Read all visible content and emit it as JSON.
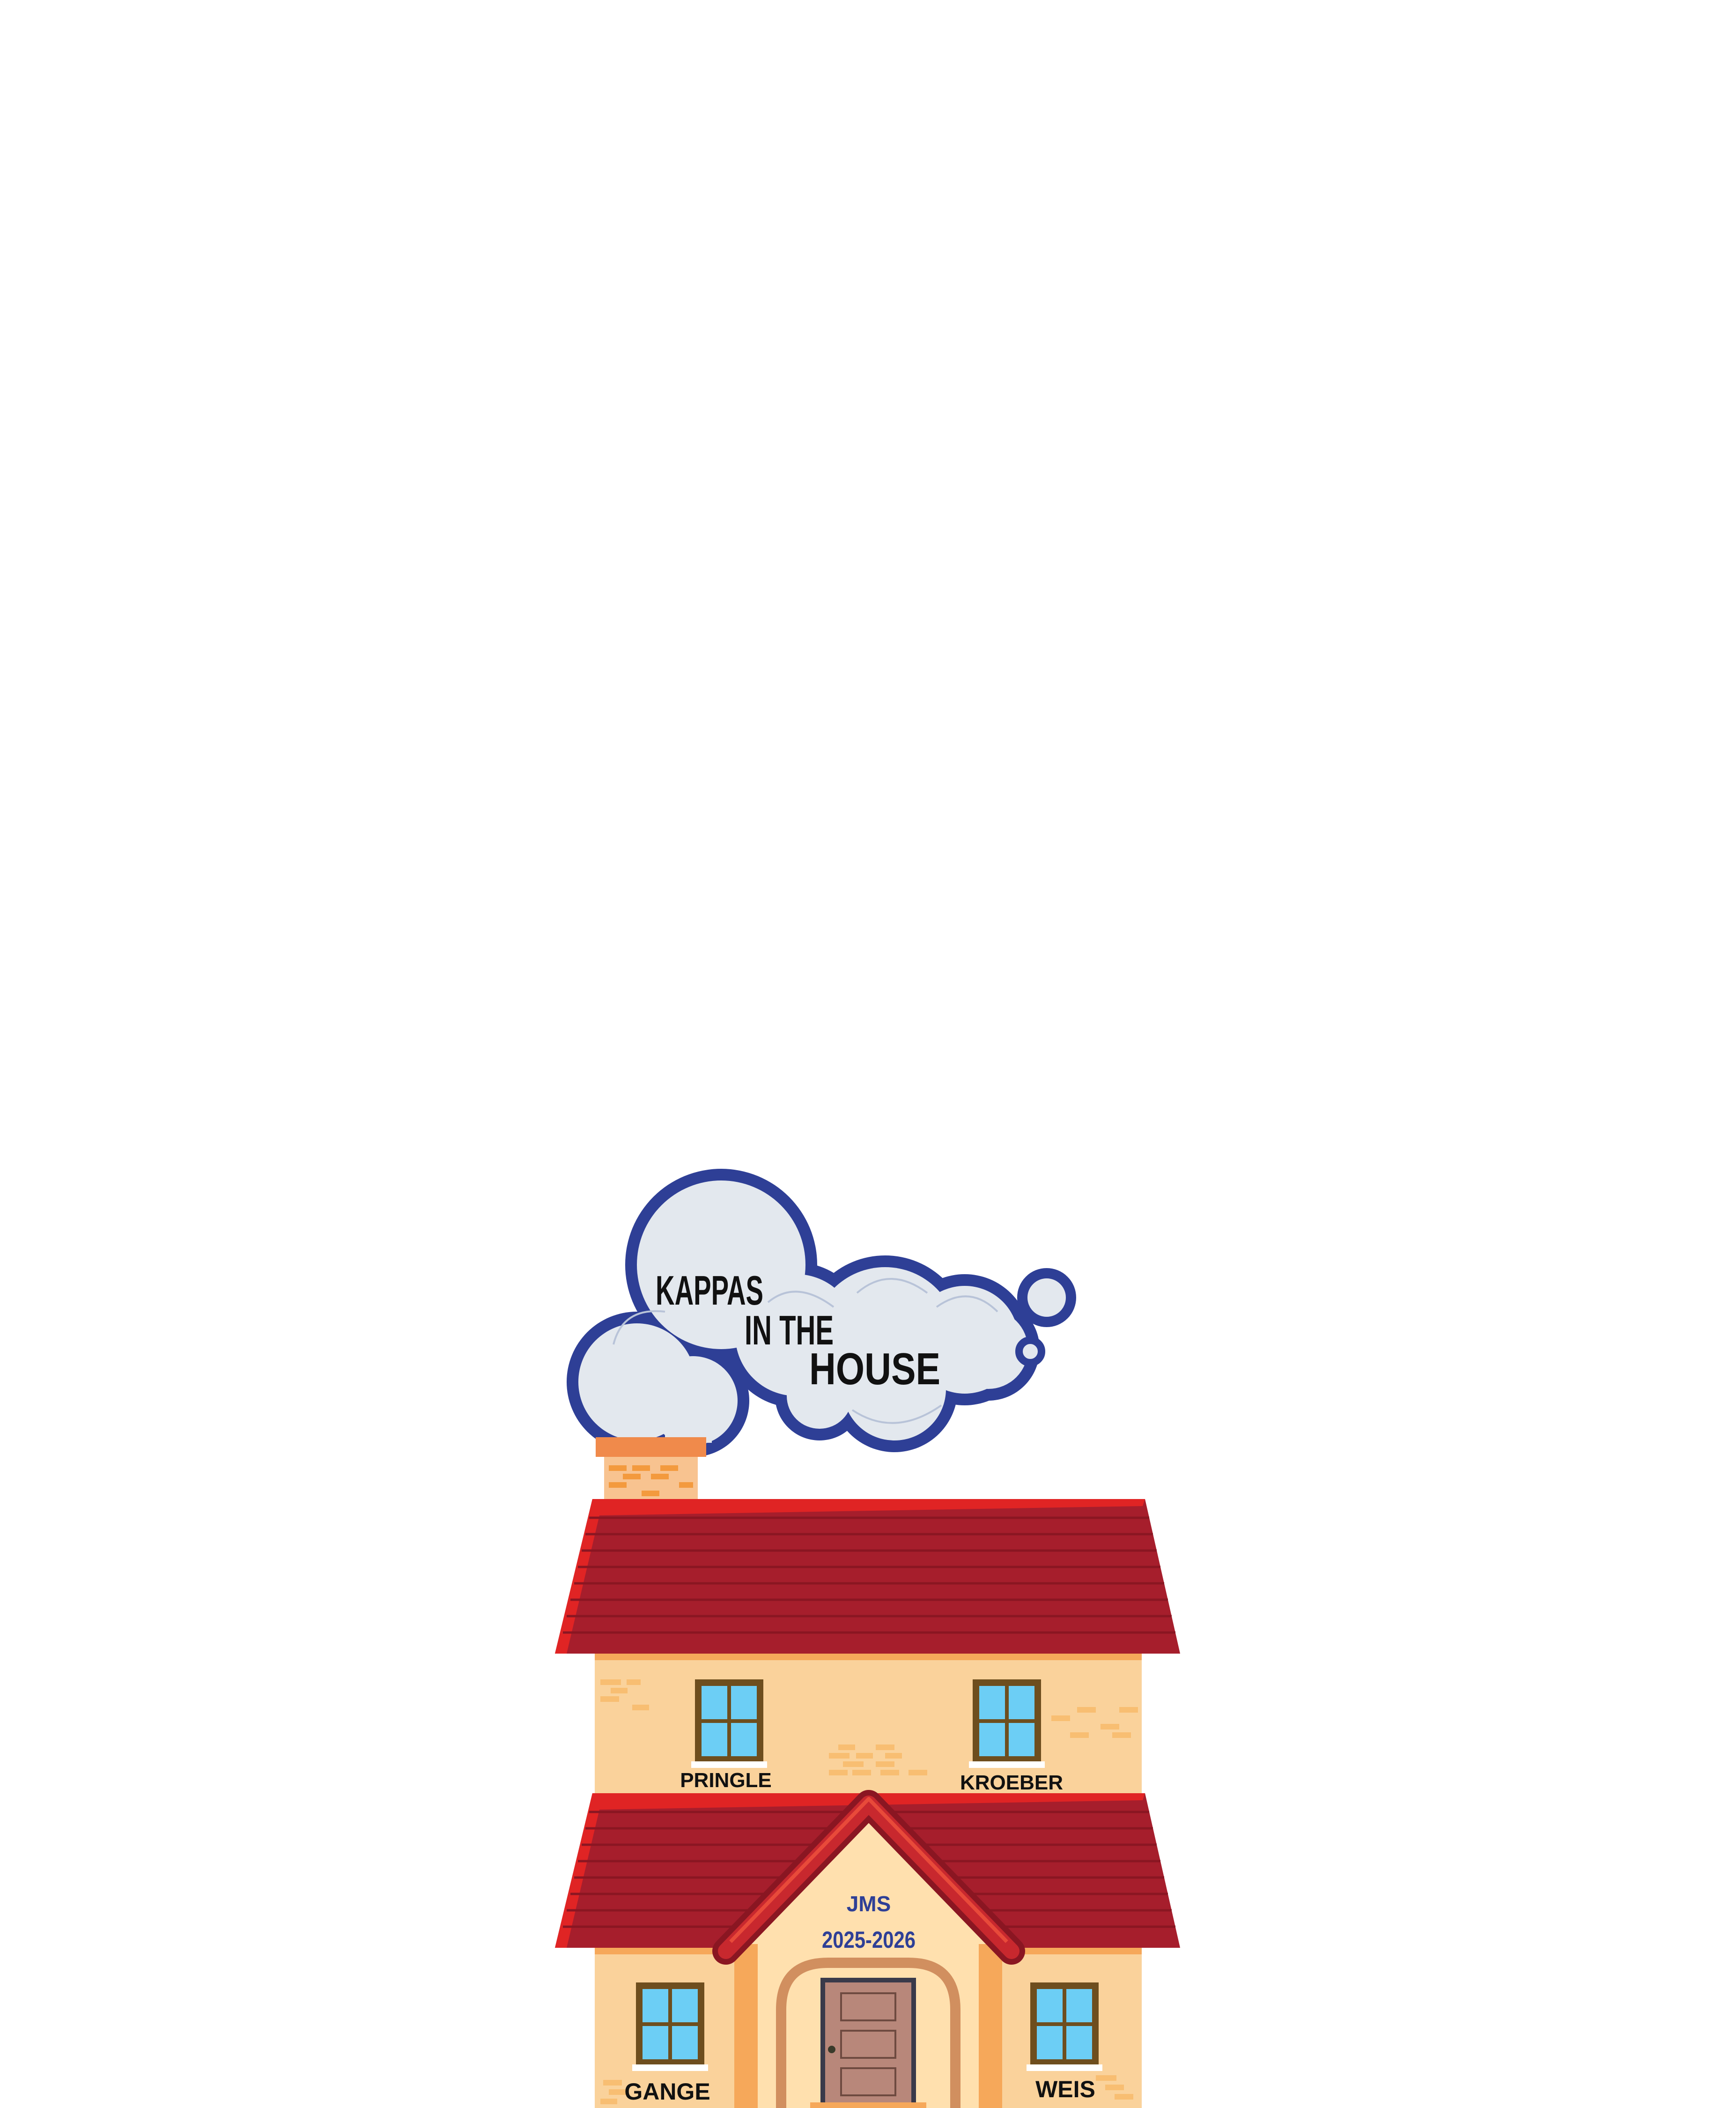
{
  "cloud": {
    "line1": "KAPPAS",
    "line2": "IN THE",
    "line3": "HOUSE"
  },
  "gable": {
    "initials": "JMS",
    "years": "2025-2026"
  },
  "rooms": {
    "upper_left": "PRINGLE",
    "upper_right": "KROEBER",
    "lower_left": "GANGE",
    "lower_right": "WEIS"
  },
  "colors": {
    "roof": "#A61E2C",
    "roof_highlight": "#E02424",
    "wall": "#FAD29B",
    "wall_trim": "#F6A85A",
    "window_glass": "#6CCEF5",
    "window_frame": "#6E4E1E",
    "cloud_fill": "#E3E8EE",
    "cloud_outline": "#2E3F96",
    "chimney": "#F08A4B",
    "door": "#B8877A",
    "text_dark": "#111111",
    "text_blue": "#2E3F96"
  }
}
